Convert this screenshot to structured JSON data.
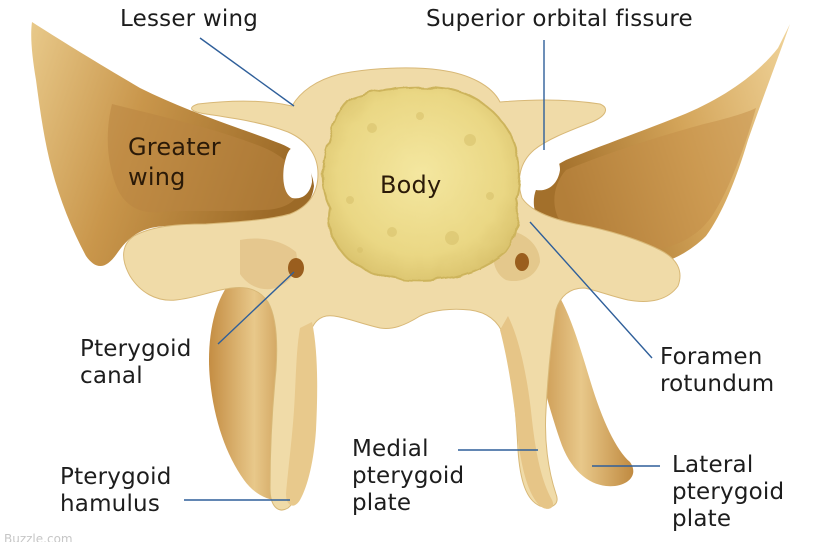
{
  "labels": {
    "lesser_wing": "Lesser wing",
    "superior_orbital_fissure": "Superior orbital fissure",
    "greater_wing": "Greater\nwing",
    "body": "Body",
    "pterygoid_canal": "Pterygoid\ncanal",
    "foramen_rotundum": "Foramen\nrotundum",
    "medial_pterygoid_plate": "Medial\npterygoid\nplate",
    "lateral_pterygoid_plate": "Lateral\npterygoid\nplate",
    "pterygoid_hamulus": "Pterygoid\nhamulus"
  },
  "watermark": "Buzzle.com",
  "colors": {
    "bone_light": "#f1dcaa",
    "bone_mid": "#d9b36e",
    "bone_dark": "#b07c30",
    "bone_shadow": "#8a5a1c",
    "body_fill": "#efe08a",
    "leader_line": "#2f5f9a"
  }
}
